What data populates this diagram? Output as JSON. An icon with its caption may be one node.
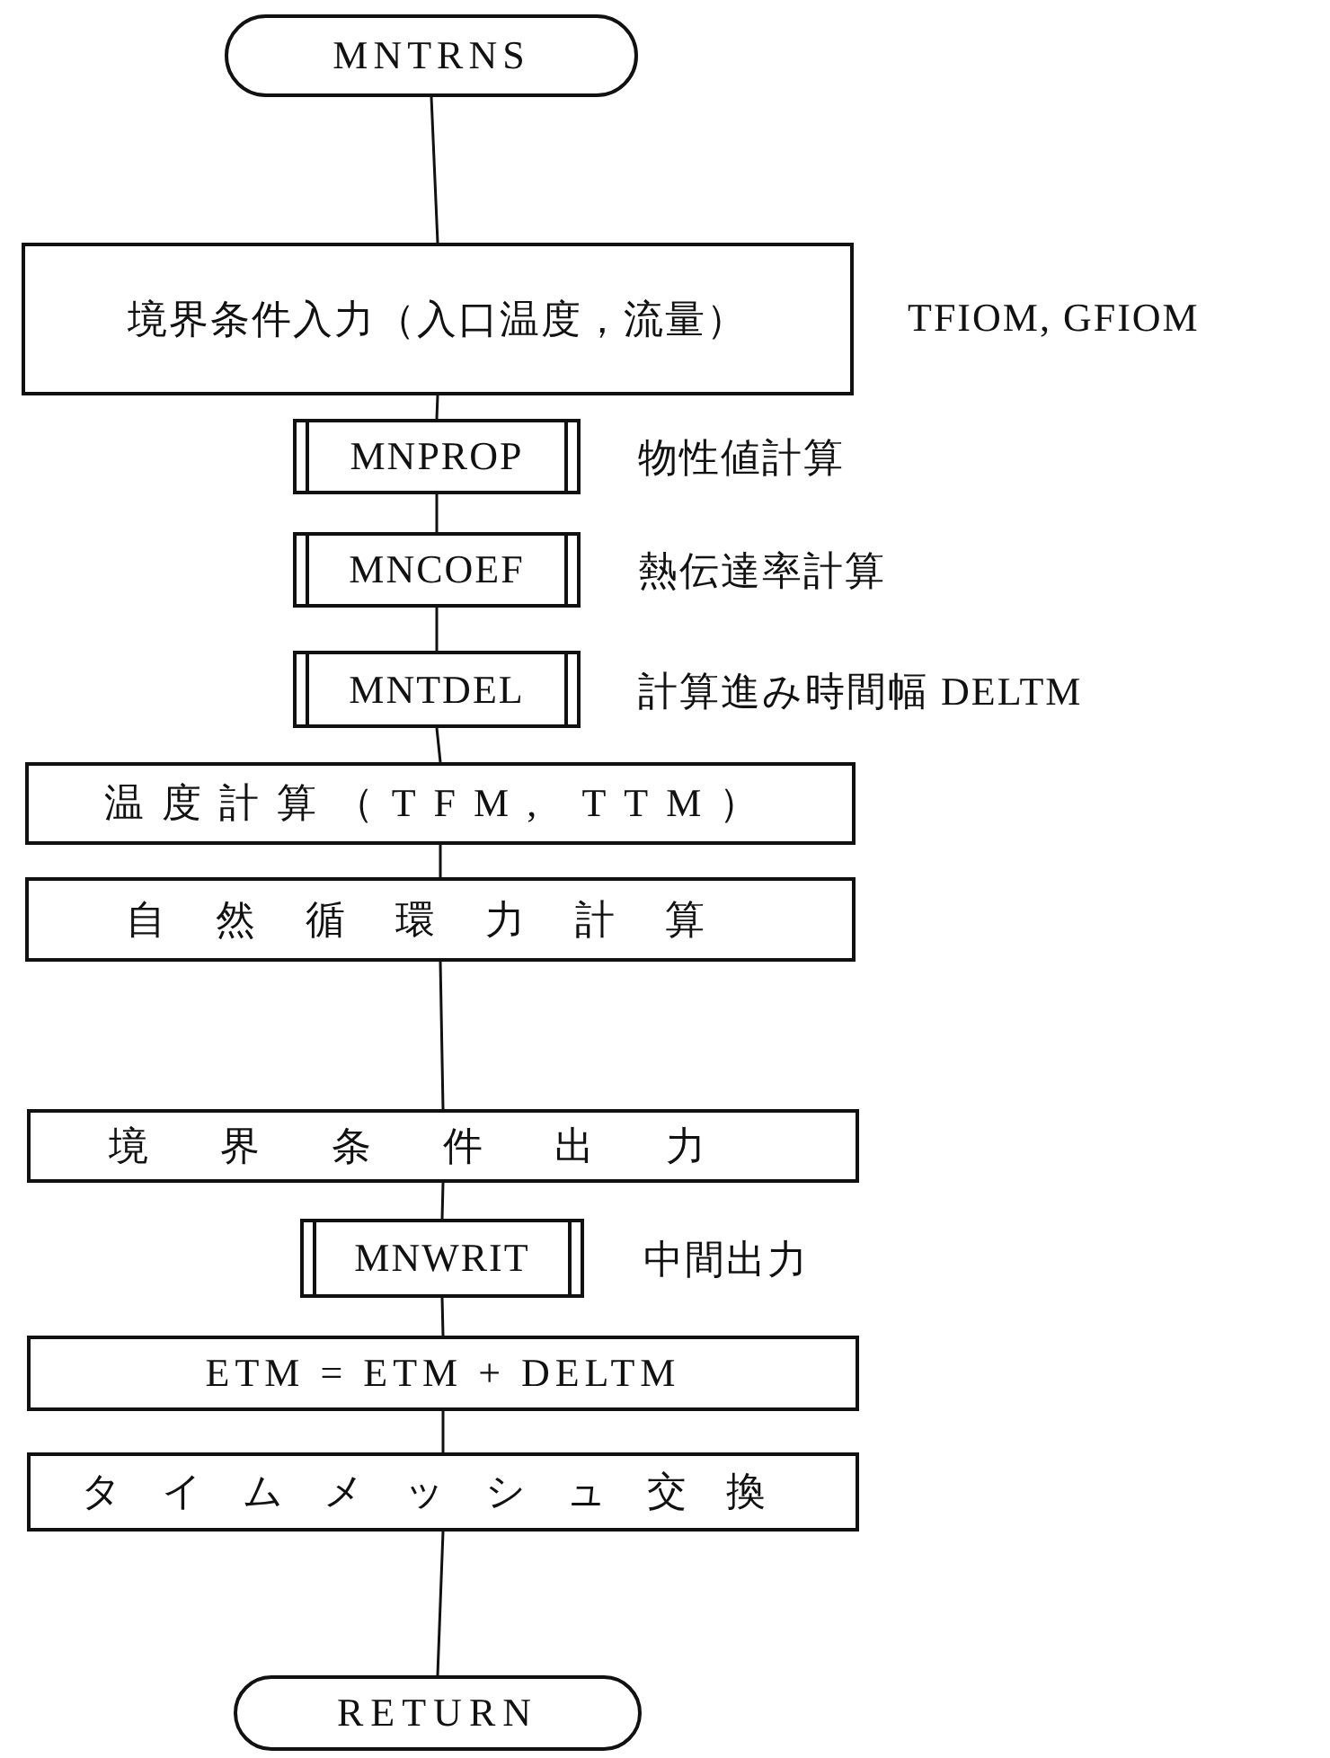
{
  "diagram": {
    "nodes": [
      {
        "text": [
          "MNTRNS"
        ]
      },
      {
        "text": [
          "境界条件入力（入口温度，流量）"
        ],
        "beside": [
          "TFIOM, GFIOM"
        ]
      },
      {
        "text": [
          "MNPROP"
        ],
        "beside": [
          "物性値計算"
        ]
      },
      {
        "text": [
          "MNCOEF"
        ],
        "beside": [
          "熱伝達率計算"
        ]
      },
      {
        "text": [
          "MNTDEL"
        ],
        "beside": [
          "計算進み時間幅 DELTM"
        ]
      },
      {
        "text": [
          "温度計算（TFM, TTM）"
        ]
      },
      {
        "text": [
          "自然循環力計算"
        ]
      },
      {
        "text": [
          "境界条件出力"
        ]
      },
      {
        "text": [
          "MNWRIT"
        ],
        "beside": [
          "中間出力"
        ]
      },
      {
        "text": [
          "ETM = ETM + DELTM"
        ]
      },
      {
        "text": [
          "タイムメッシュ交換"
        ]
      },
      {
        "text": [
          "RETURN"
        ]
      }
    ],
    "edges": [
      {
        "from": 0,
        "to": 1,
        "arrow": "none"
      },
      {
        "from": 1,
        "to": 2,
        "arrow": "none"
      },
      {
        "from": 2,
        "to": 3,
        "arrow": "none"
      },
      {
        "from": 3,
        "to": 4,
        "arrow": "none"
      },
      {
        "from": 4,
        "to": 5,
        "arrow": "none"
      },
      {
        "from": 5,
        "to": 6,
        "arrow": "none"
      },
      {
        "from": 6,
        "to": 7,
        "arrow": "none"
      },
      {
        "from": 7,
        "to": 8,
        "arrow": "none"
      },
      {
        "from": 8,
        "to": 9,
        "arrow": "none"
      },
      {
        "from": 9,
        "to": 10,
        "arrow": "none"
      },
      {
        "from": 10,
        "to": 11,
        "arrow": "none"
      }
    ]
  }
}
